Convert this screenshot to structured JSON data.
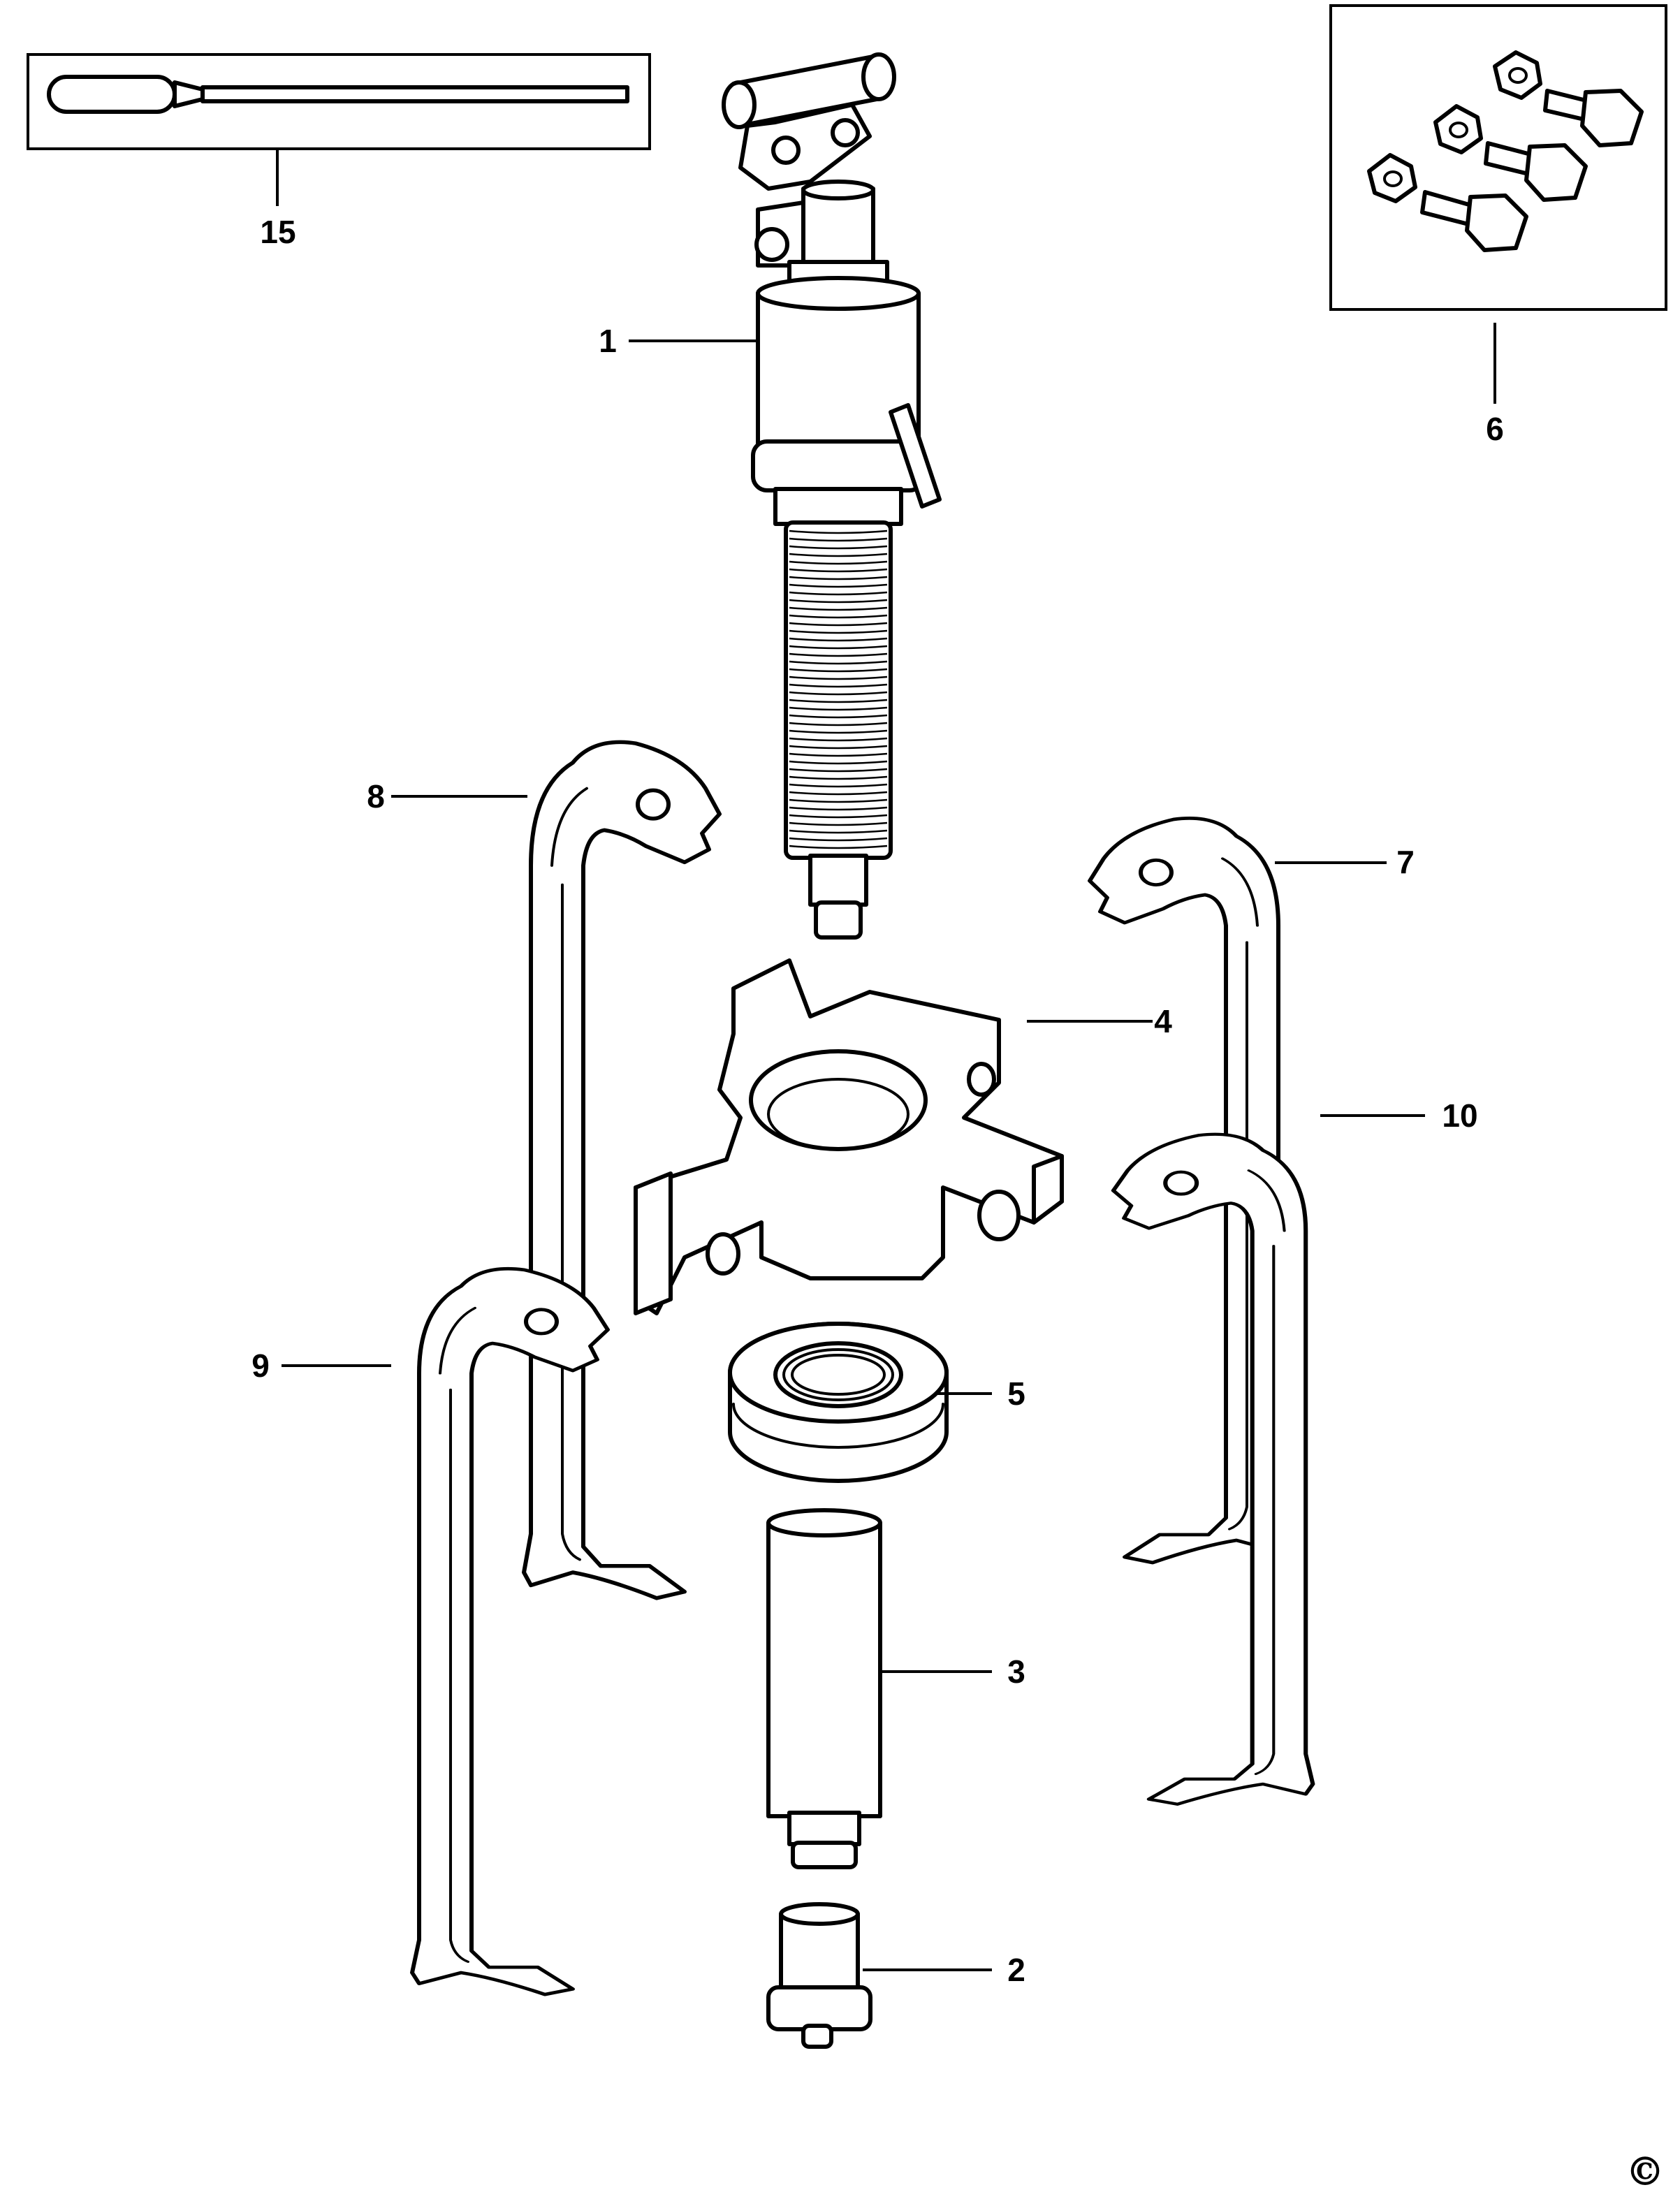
{
  "callouts": [
    {
      "id": "1",
      "text": "1"
    },
    {
      "id": "2",
      "text": "2"
    },
    {
      "id": "3",
      "text": "3"
    },
    {
      "id": "4",
      "text": "4"
    },
    {
      "id": "5",
      "text": "5"
    },
    {
      "id": "6",
      "text": "6"
    },
    {
      "id": "7",
      "text": "7"
    },
    {
      "id": "8",
      "text": "8"
    },
    {
      "id": "9",
      "text": "9"
    },
    {
      "id": "10",
      "text": "10"
    },
    {
      "id": "15",
      "text": "15"
    }
  ],
  "copyright_mark": "©",
  "colors": {
    "ink": "#000000",
    "paper": "#ffffff"
  },
  "parts_shown": [
    "hydraulic-ram",
    "adapter-tip",
    "extension-rod",
    "yoke",
    "threaded-collar",
    "bolt-nut-set",
    "jaw",
    "jaw",
    "jaw",
    "jaw",
    "pump-handle"
  ]
}
